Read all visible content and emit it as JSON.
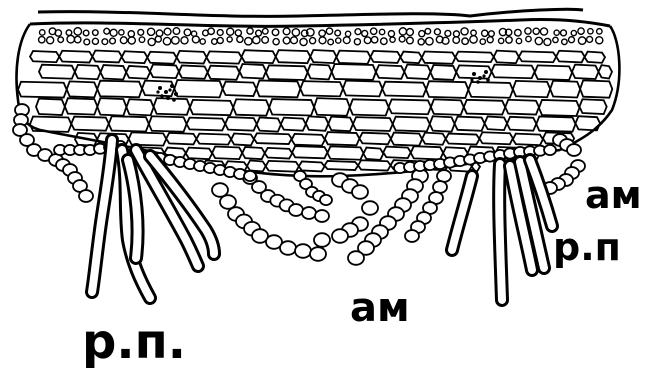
{
  "labels": {
    "am_right": "ам",
    "rp_right": "р.п",
    "am_middle": "ам",
    "rp_left": "р.п."
  },
  "colors": {
    "ink": "#000000",
    "paper": "#ffffff",
    "stipple": "#555555"
  }
}
